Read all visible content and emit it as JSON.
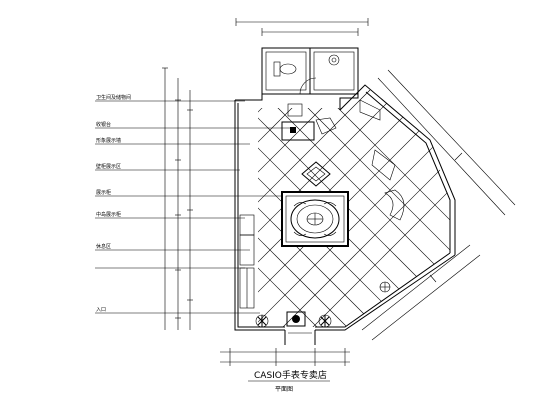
{
  "drawing": {
    "title": "CASIO手表专卖店",
    "subtitle": "平面图",
    "annotations": [
      "卫生间及储物间",
      "收银台",
      "形象展示墙",
      "壁柜展示区",
      "展示柜",
      "中岛展示柜",
      "休息区",
      "入口"
    ]
  }
}
